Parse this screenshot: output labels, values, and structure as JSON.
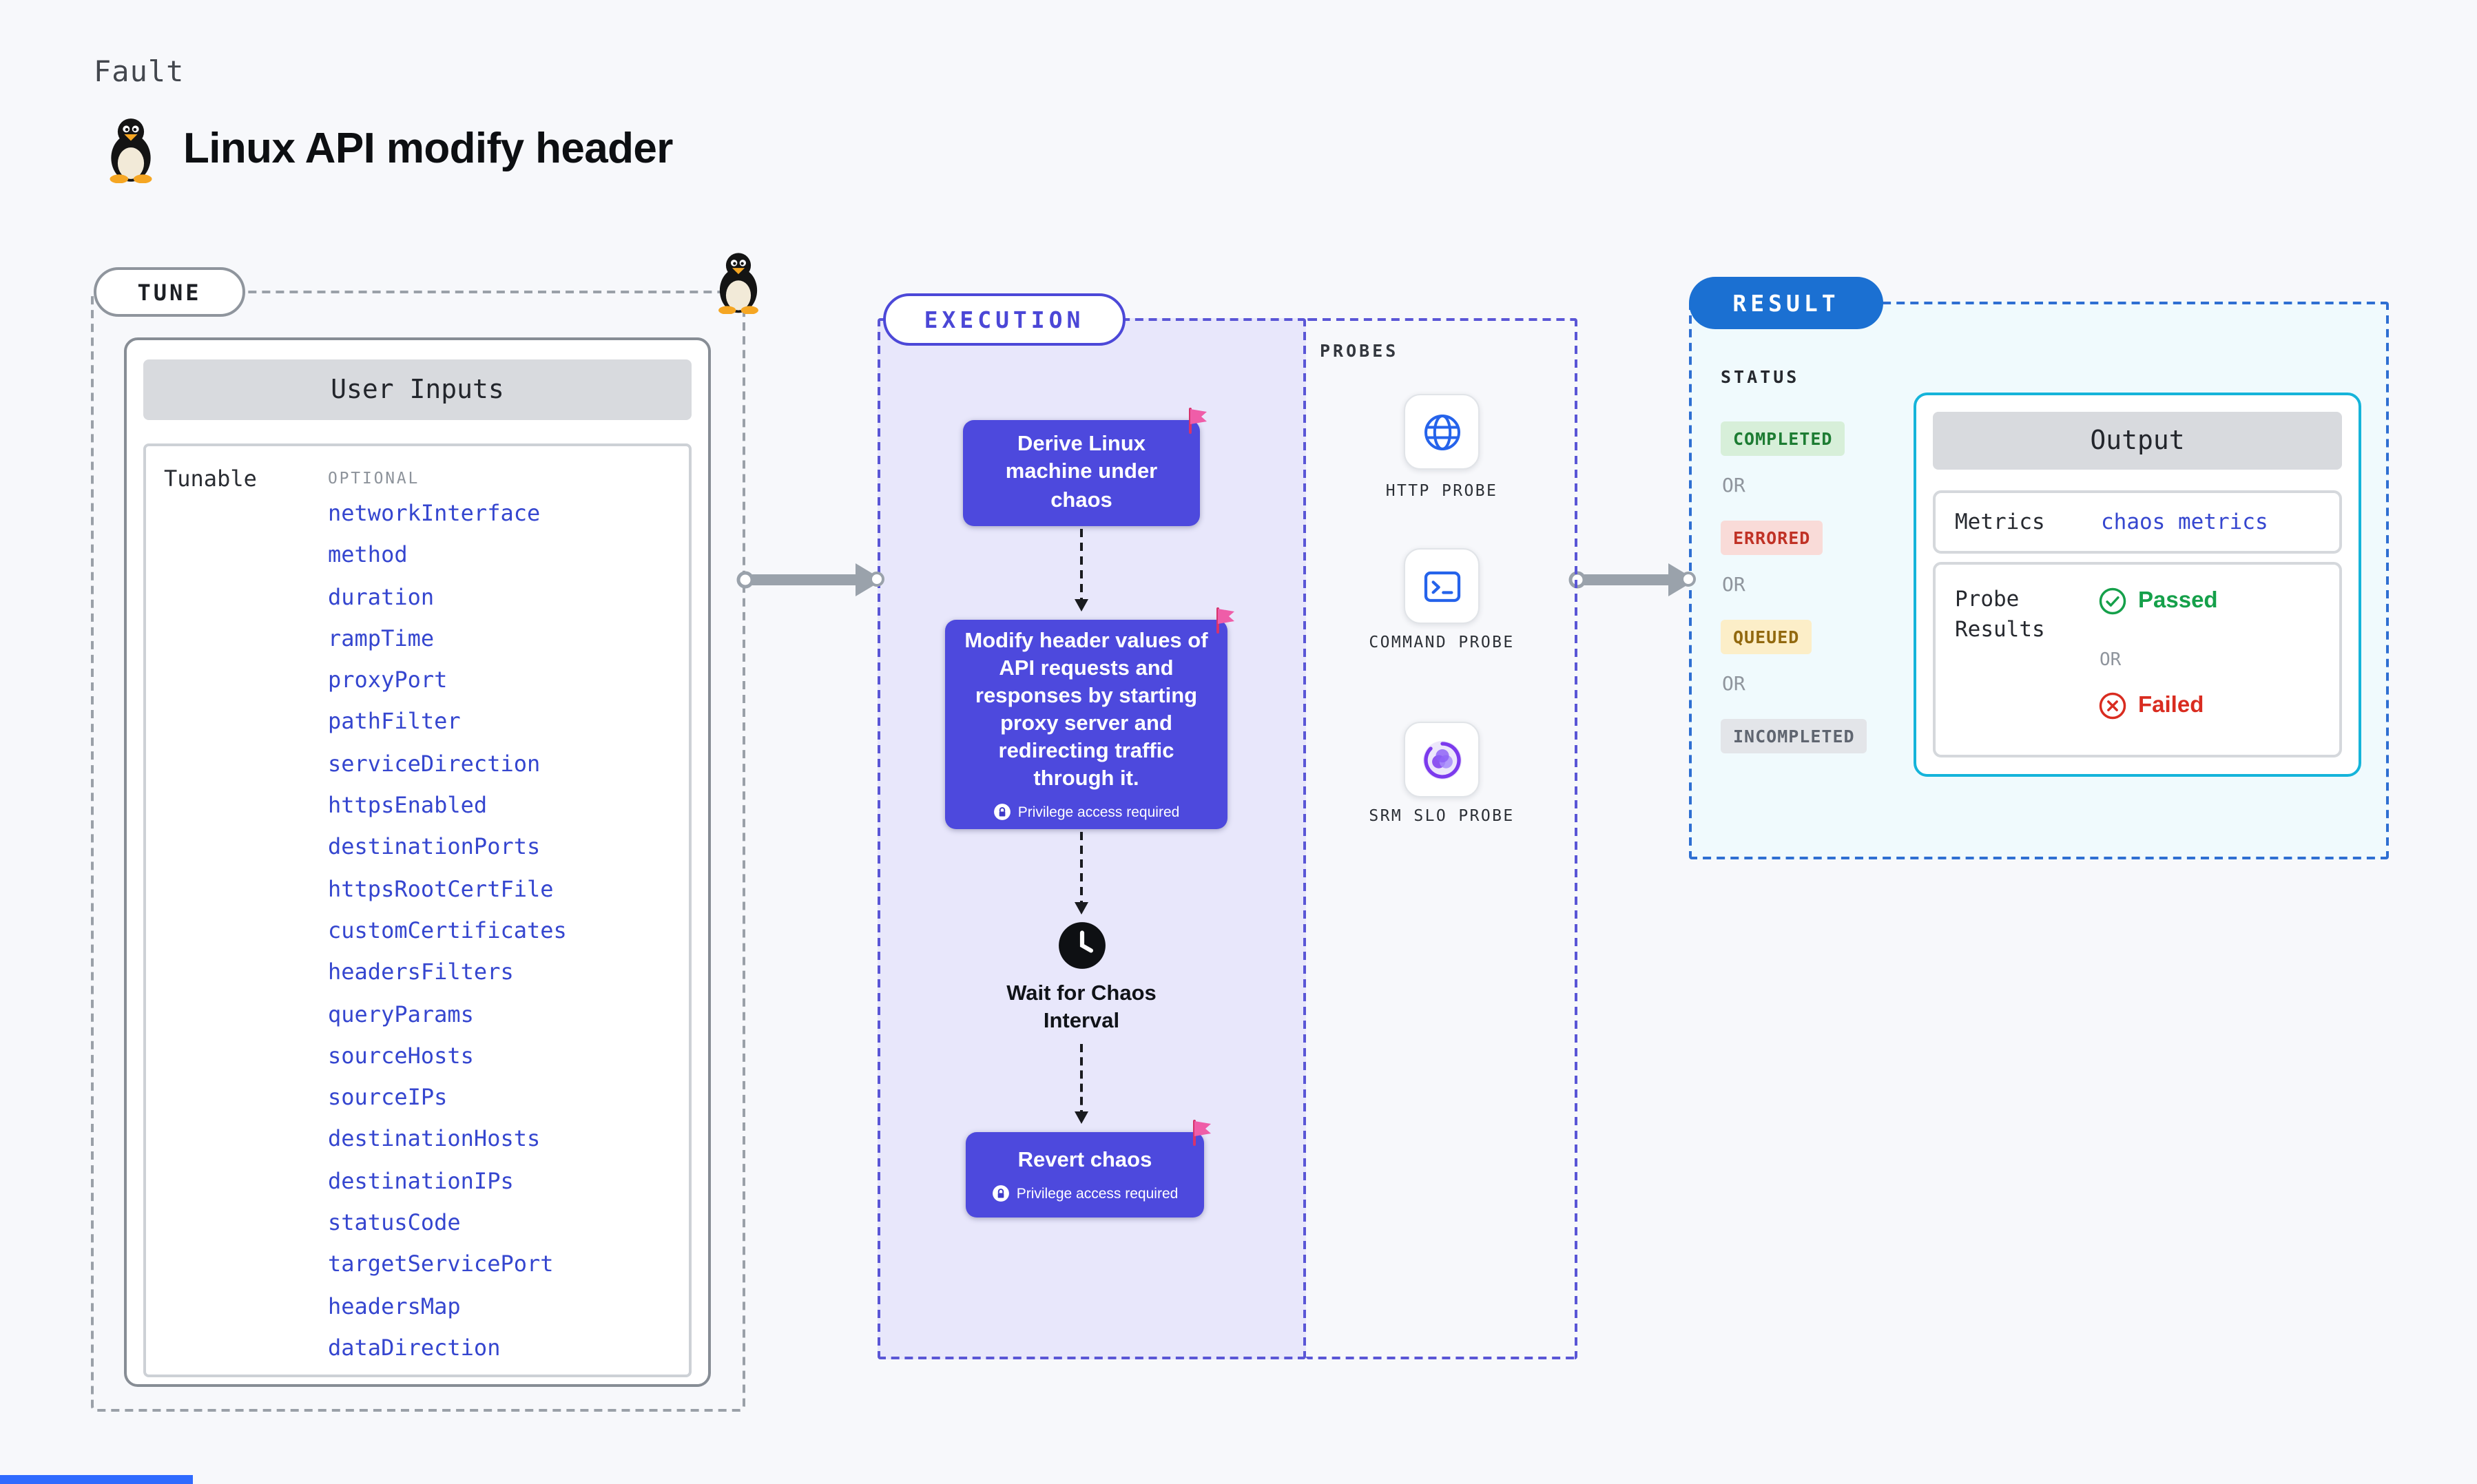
{
  "page": {
    "kicker": "Fault",
    "title": "Linux API modify header"
  },
  "tune": {
    "label": "TUNE",
    "card_header": "User Inputs",
    "tunable_label": "Tunable",
    "optional_label": "OPTIONAL",
    "tunables": [
      "networkInterface",
      "method",
      "duration",
      "rampTime",
      "proxyPort",
      "pathFilter",
      "serviceDirection",
      "httpsEnabled",
      "destinationPorts",
      "httpsRootCertFile",
      "customCertificates",
      "headersFilters",
      "queryParams",
      "sourceHosts",
      "sourceIPs",
      "destinationHosts",
      "destinationIPs",
      "statusCode",
      "targetServicePort",
      "headersMap",
      "dataDirection"
    ]
  },
  "execution": {
    "label": "EXECUTION",
    "steps": [
      {
        "text": "Derive Linux machine under chaos"
      },
      {
        "text": "Modify header values of API requests and responses by starting proxy server and redirecting traffic through it.",
        "privilege_label": "Privilege access required"
      },
      {
        "text": "Wait for Chaos Interval"
      },
      {
        "text": "Revert chaos",
        "privilege_label": "Privilege access required"
      }
    ]
  },
  "probes": {
    "label": "PROBES",
    "items": [
      {
        "name": "HTTP PROBE",
        "icon": "globe-icon"
      },
      {
        "name": "COMMAND PROBE",
        "icon": "terminal-icon"
      },
      {
        "name": "SRM SLO PROBE",
        "icon": "srm-venn-icon"
      }
    ]
  },
  "result": {
    "label": "RESULT",
    "status_label": "STATUS",
    "or_label": "OR",
    "statuses": [
      {
        "label": "COMPLETED",
        "color": "#1d7c33"
      },
      {
        "label": "ERRORED",
        "color": "#c03226"
      },
      {
        "label": "QUEUED",
        "color": "#92690f"
      },
      {
        "label": "INCOMPLETED",
        "color": "#5f6570"
      }
    ],
    "output": {
      "header": "Output",
      "metrics_label": "Metrics",
      "metrics_value": "chaos metrics",
      "probe_results_label": "Probe Results",
      "passed_label": "Passed",
      "or_label": "OR",
      "failed_label": "Failed"
    }
  },
  "colors": {
    "node_purple": "#4d49dd",
    "execution_fill": "#e8e7fb",
    "execution_border": "#5a56d6",
    "result_pill_blue": "#1b70d2",
    "result_border": "#2e6fd2",
    "result_fill": "#f0fafd",
    "output_border_cyan": "#15b4da",
    "link_blue": "#3546cf",
    "passed_green": "#15a04a",
    "failed_red": "#d92c20",
    "flag_pink": "#ef5da8"
  }
}
